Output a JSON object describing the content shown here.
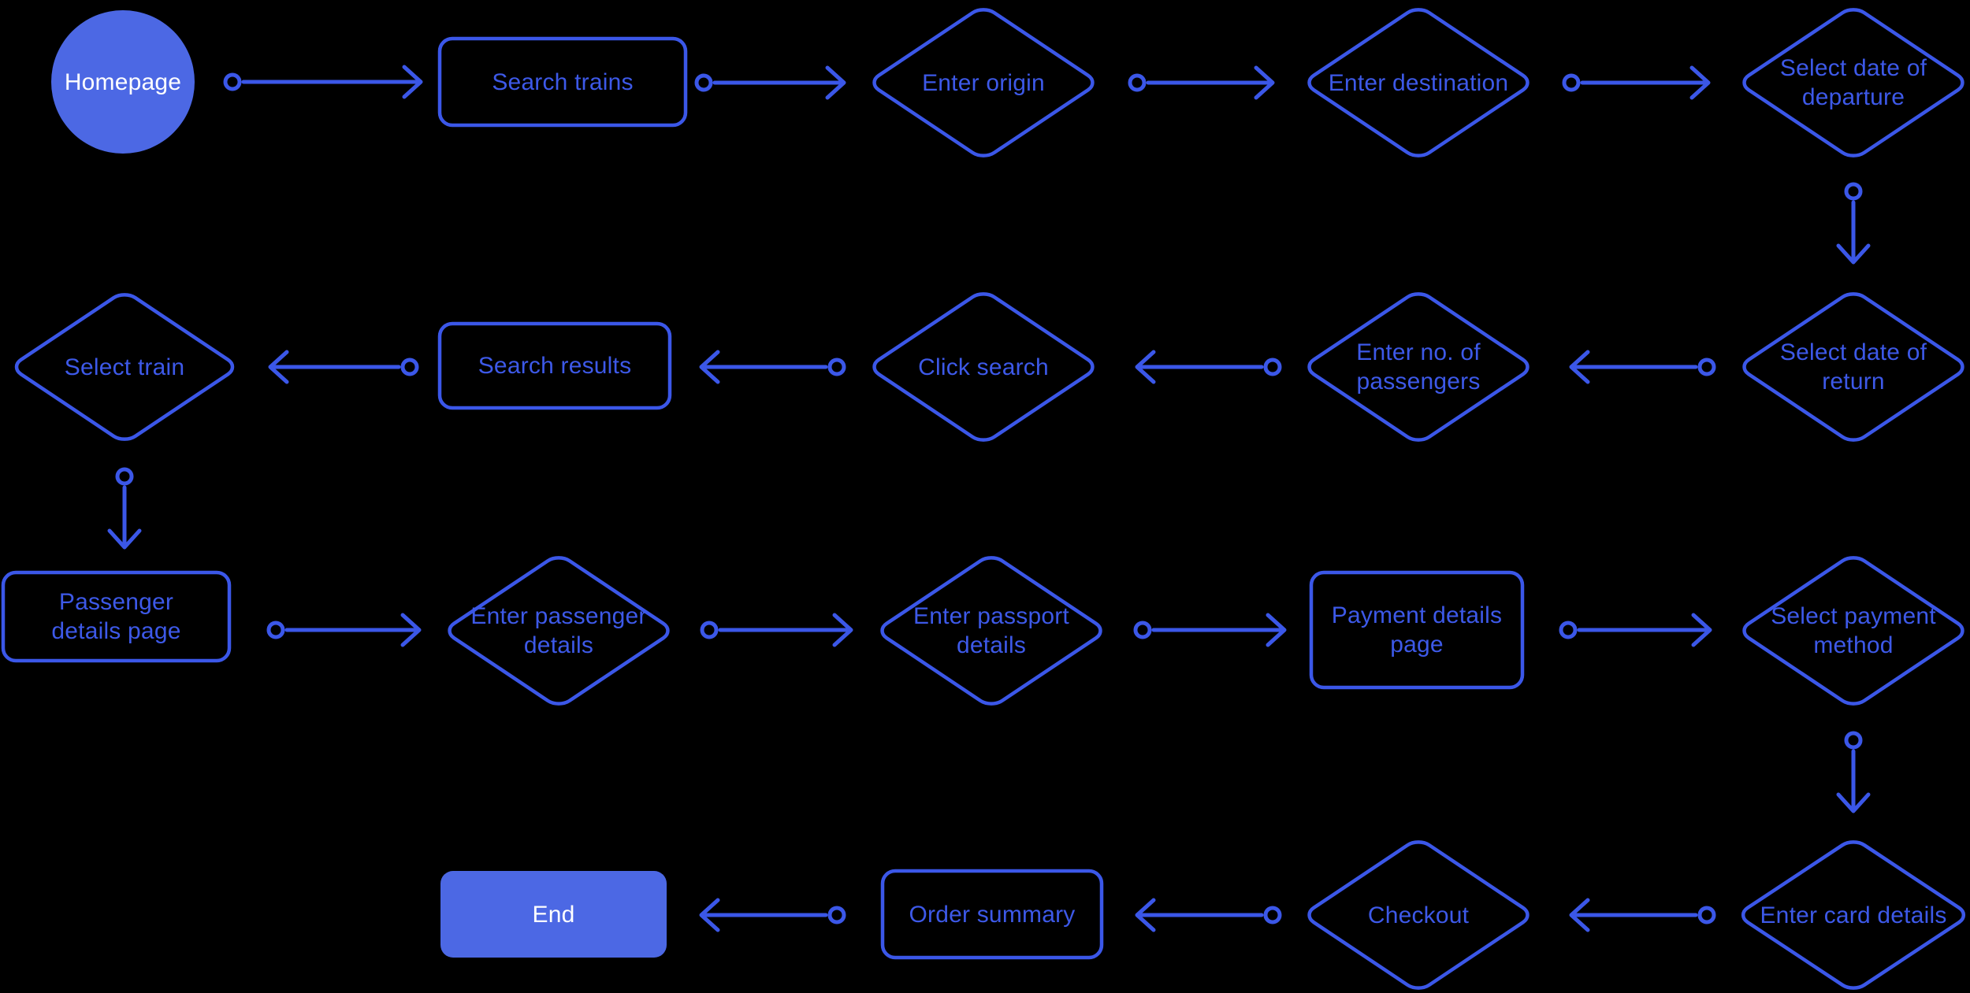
{
  "diagram": {
    "background_color": "#000000",
    "stroke_color": "#3B57E8",
    "node_fill_color": "#4C68E4",
    "text_color_outline_nodes": "#3D59E8",
    "text_color_filled_nodes": "#FFFFFF",
    "nodes": [
      {
        "id": "homepage",
        "shape": "circle",
        "variant": "filled",
        "label": "Homepage"
      },
      {
        "id": "search-trains",
        "shape": "rectangle",
        "variant": "outline",
        "label": "Search trains"
      },
      {
        "id": "enter-origin",
        "shape": "diamond",
        "variant": "outline",
        "label": "Enter origin"
      },
      {
        "id": "enter-destination",
        "shape": "diamond",
        "variant": "outline",
        "label": "Enter destination"
      },
      {
        "id": "select-date-of-departure",
        "shape": "diamond",
        "variant": "outline",
        "label": "Select date of\ndeparture"
      },
      {
        "id": "select-date-of-return",
        "shape": "diamond",
        "variant": "outline",
        "label": "Select date of\nreturn"
      },
      {
        "id": "enter-no-of-passengers",
        "shape": "diamond",
        "variant": "outline",
        "label": "Enter no. of\npassengers"
      },
      {
        "id": "click-search",
        "shape": "diamond",
        "variant": "outline",
        "label": "Click search"
      },
      {
        "id": "search-results",
        "shape": "rectangle",
        "variant": "outline",
        "label": "Search results"
      },
      {
        "id": "select-train",
        "shape": "diamond",
        "variant": "outline",
        "label": "Select train"
      },
      {
        "id": "passenger-details-page",
        "shape": "rectangle",
        "variant": "outline",
        "label": "Passenger\ndetails page"
      },
      {
        "id": "enter-passenger-details",
        "shape": "diamond",
        "variant": "outline",
        "label": "Enter passenger\ndetails"
      },
      {
        "id": "enter-passport-details",
        "shape": "diamond",
        "variant": "outline",
        "label": "Enter passport\ndetails"
      },
      {
        "id": "payment-details-page",
        "shape": "rectangle",
        "variant": "outline",
        "label": "Payment details\npage"
      },
      {
        "id": "select-payment-method",
        "shape": "diamond",
        "variant": "outline",
        "label": "Select payment\nmethod"
      },
      {
        "id": "enter-card-details",
        "shape": "diamond",
        "variant": "outline",
        "label": "Enter card details"
      },
      {
        "id": "checkout",
        "shape": "diamond",
        "variant": "outline",
        "label": "Checkout"
      },
      {
        "id": "order-summary",
        "shape": "rectangle",
        "variant": "outline",
        "label": "Order summary"
      },
      {
        "id": "end",
        "shape": "rectangle",
        "variant": "filled",
        "label": "End"
      }
    ],
    "edges": [
      {
        "from": "homepage",
        "to": "search-trains",
        "direction": "right"
      },
      {
        "from": "search-trains",
        "to": "enter-origin",
        "direction": "right"
      },
      {
        "from": "enter-origin",
        "to": "enter-destination",
        "direction": "right"
      },
      {
        "from": "enter-destination",
        "to": "select-date-of-departure",
        "direction": "right"
      },
      {
        "from": "select-date-of-departure",
        "to": "select-date-of-return",
        "direction": "down"
      },
      {
        "from": "select-date-of-return",
        "to": "enter-no-of-passengers",
        "direction": "left"
      },
      {
        "from": "enter-no-of-passengers",
        "to": "click-search",
        "direction": "left"
      },
      {
        "from": "click-search",
        "to": "search-results",
        "direction": "left"
      },
      {
        "from": "search-results",
        "to": "select-train",
        "direction": "left"
      },
      {
        "from": "select-train",
        "to": "passenger-details-page",
        "direction": "down"
      },
      {
        "from": "passenger-details-page",
        "to": "enter-passenger-details",
        "direction": "right"
      },
      {
        "from": "enter-passenger-details",
        "to": "enter-passport-details",
        "direction": "right"
      },
      {
        "from": "enter-passport-details",
        "to": "payment-details-page",
        "direction": "right"
      },
      {
        "from": "payment-details-page",
        "to": "select-payment-method",
        "direction": "right"
      },
      {
        "from": "select-payment-method",
        "to": "enter-card-details",
        "direction": "down"
      },
      {
        "from": "enter-card-details",
        "to": "checkout",
        "direction": "left"
      },
      {
        "from": "checkout",
        "to": "order-summary",
        "direction": "left"
      },
      {
        "from": "order-summary",
        "to": "end",
        "direction": "left"
      }
    ]
  }
}
